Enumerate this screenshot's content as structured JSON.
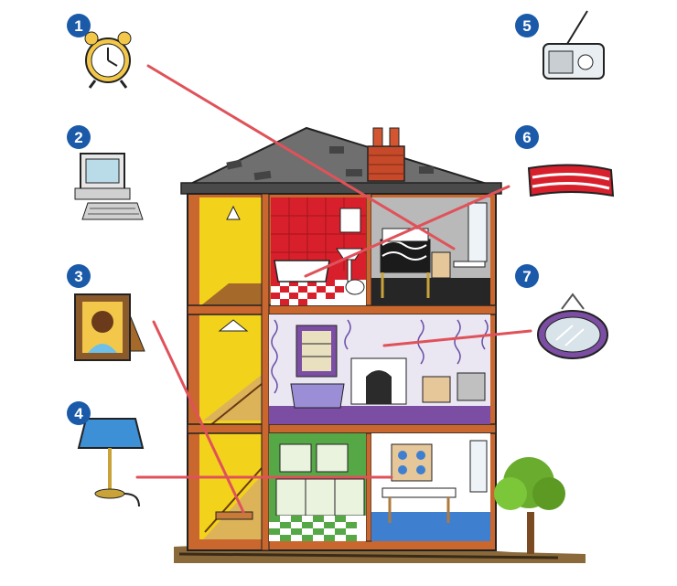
{
  "markers": [
    {
      "label": "1",
      "item": "alarm-clock"
    },
    {
      "label": "2",
      "item": "computer"
    },
    {
      "label": "3",
      "item": "picture-frame"
    },
    {
      "label": "4",
      "item": "lamp"
    },
    {
      "label": "5",
      "item": "radio"
    },
    {
      "label": "6",
      "item": "rug"
    },
    {
      "label": "7",
      "item": "mirror"
    }
  ],
  "colors": {
    "marker": "#1a5aa8",
    "leader_line": "#e0525a",
    "roof": "#6f6f6f",
    "wall_frame": "#c9672e",
    "stairwell": "#f2d21b",
    "bathroom": "#d8202c",
    "living_room": "#7b4ea3",
    "kitchen": "#55a845",
    "dining_room": "#3f7fd0",
    "grass": "#6aad2e"
  }
}
